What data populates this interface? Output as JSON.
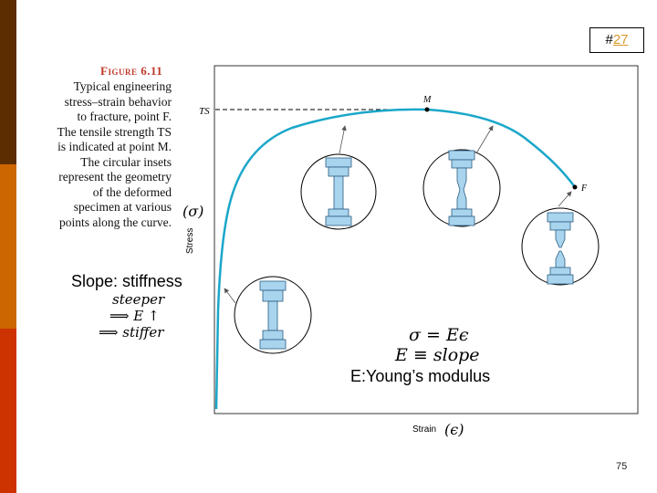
{
  "slide": {
    "number_prefix": "#",
    "number_link": "27",
    "page_number": "75"
  },
  "figure": {
    "label": "Figure 6.11",
    "caption_lines": [
      "Typical engineering",
      "stress–strain behavior",
      "to fracture, point F.",
      "The tensile strength TS",
      "is indicated at point M.",
      "The circular insets",
      "represent the geometry",
      "of the deformed",
      "specimen at various",
      "points along the curve."
    ]
  },
  "plot": {
    "y_axis_label": "Stress",
    "y_axis_symbol": "(σ)",
    "x_axis_label": "Strain",
    "x_axis_symbol": "(ϵ)",
    "ts_label": "TS",
    "point_m_label": "M",
    "point_f_label": "F",
    "curve_color": "#1aa7c9",
    "specimen_color": "#a9d4ee"
  },
  "annotations": {
    "slope_title": "Slope: stiffness",
    "slope_line1": "steeper",
    "slope_line2": "⟹ E ↑",
    "slope_line3": "⟹ stiffer",
    "eq1": "σ = Eϵ",
    "eq2": "E ≡ slope",
    "eq3": "E:Young’s modulus"
  }
}
